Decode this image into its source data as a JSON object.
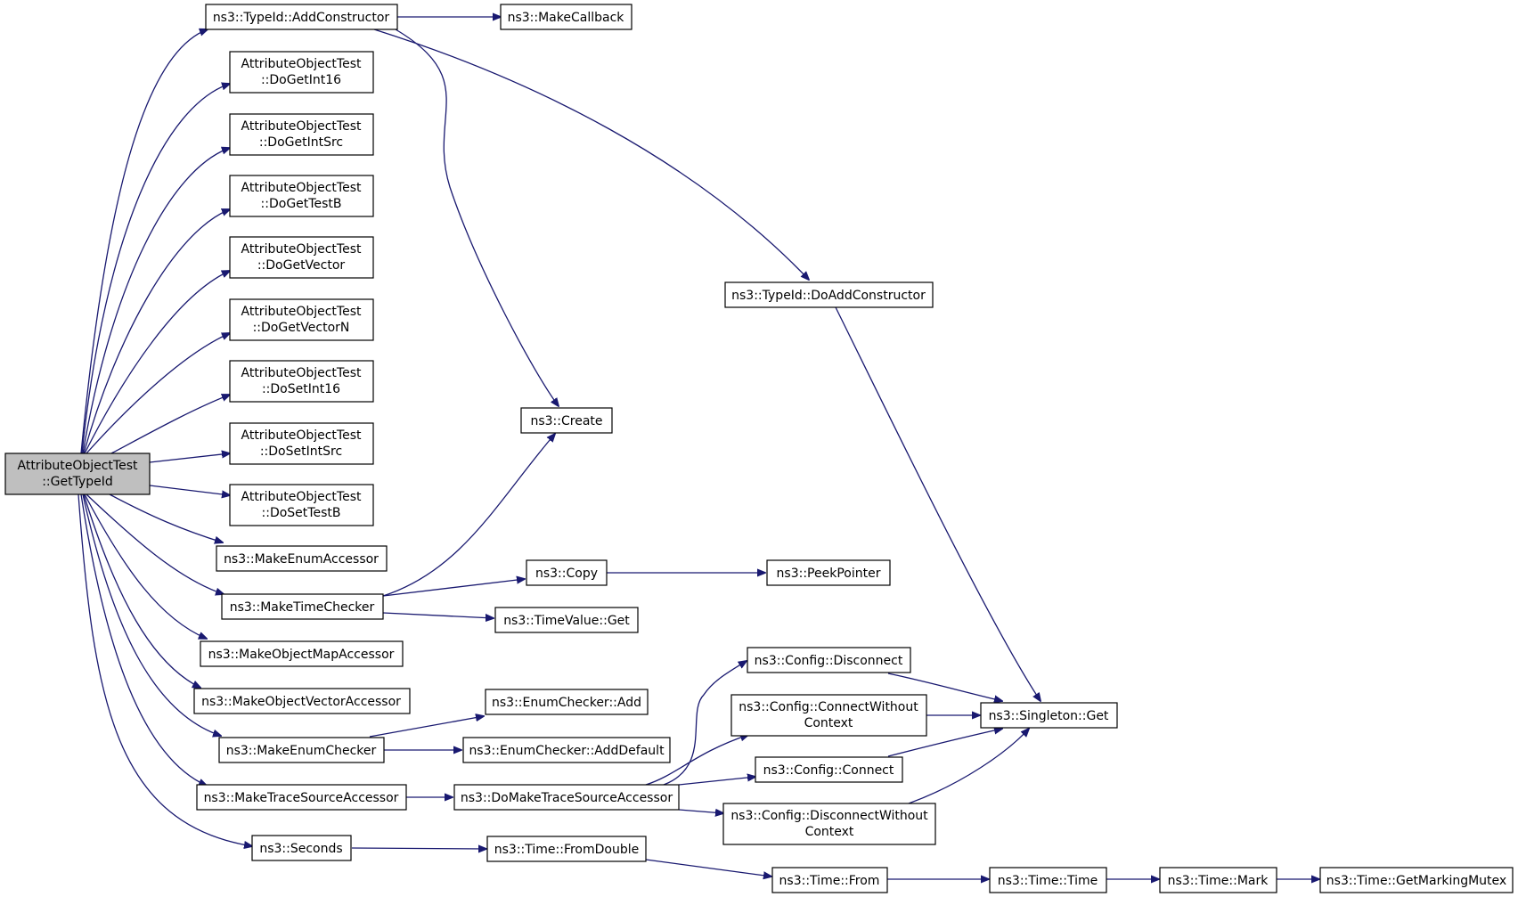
{
  "nodes": {
    "root": [
      "AttributeObjectTest",
      "::GetTypeId"
    ],
    "addConstructor": [
      "ns3::TypeId::AddConstructor"
    ],
    "makeCallback": [
      "ns3::MakeCallback"
    ],
    "doGetInt16": [
      "AttributeObjectTest",
      "::DoGetInt16"
    ],
    "doGetIntSrc": [
      "AttributeObjectTest",
      "::DoGetIntSrc"
    ],
    "doGetTestB": [
      "AttributeObjectTest",
      "::DoGetTestB"
    ],
    "doGetVector": [
      "AttributeObjectTest",
      "::DoGetVector"
    ],
    "doGetVectorN": [
      "AttributeObjectTest",
      "::DoGetVectorN"
    ],
    "doSetInt16": [
      "AttributeObjectTest",
      "::DoSetInt16"
    ],
    "doSetIntSrc": [
      "AttributeObjectTest",
      "::DoSetIntSrc"
    ],
    "doSetTestB": [
      "AttributeObjectTest",
      "::DoSetTestB"
    ],
    "makeEnumAccessor": [
      "ns3::MakeEnumAccessor"
    ],
    "makeTimeChecker": [
      "ns3::MakeTimeChecker"
    ],
    "makeObjectMapAccessor": [
      "ns3::MakeObjectMapAccessor"
    ],
    "makeObjectVectorAccessor": [
      "ns3::MakeObjectVectorAccessor"
    ],
    "makeEnumChecker": [
      "ns3::MakeEnumChecker"
    ],
    "makeTraceSourceAccessor": [
      "ns3::MakeTraceSourceAccessor"
    ],
    "seconds": [
      "ns3::Seconds"
    ],
    "doAddConstructor": [
      "ns3::TypeId::DoAddConstructor"
    ],
    "create": [
      "ns3::Create"
    ],
    "copy": [
      "ns3::Copy"
    ],
    "peekPointer": [
      "ns3::PeekPointer"
    ],
    "timeValueGet": [
      "ns3::TimeValue::Get"
    ],
    "enumCheckerAdd": [
      "ns3::EnumChecker::Add"
    ],
    "enumCheckerAddDefault": [
      "ns3::EnumChecker::AddDefault"
    ],
    "doMakeTraceSourceAccessor": [
      "ns3::DoMakeTraceSourceAccessor"
    ],
    "configDisconnect": [
      "ns3::Config::Disconnect"
    ],
    "configConnectWithoutContext": [
      "ns3::Config::ConnectWithout",
      "Context"
    ],
    "configConnect": [
      "ns3::Config::Connect"
    ],
    "configDisconnectWithoutContext": [
      "ns3::Config::DisconnectWithout",
      "Context"
    ],
    "singletonGet": [
      "ns3::Singleton::Get"
    ],
    "timeFromDouble": [
      "ns3::Time::FromDouble"
    ],
    "timeFrom": [
      "ns3::Time::From"
    ],
    "timeTime": [
      "ns3::Time::Time"
    ],
    "timeMark": [
      "ns3::Time::Mark"
    ],
    "timeGetMarkingMutex": [
      "ns3::Time::GetMarkingMutex"
    ]
  },
  "edges": [
    [
      "root",
      "addConstructor"
    ],
    [
      "root",
      "doGetInt16"
    ],
    [
      "root",
      "doGetIntSrc"
    ],
    [
      "root",
      "doGetTestB"
    ],
    [
      "root",
      "doGetVector"
    ],
    [
      "root",
      "doGetVectorN"
    ],
    [
      "root",
      "doSetInt16"
    ],
    [
      "root",
      "doSetIntSrc"
    ],
    [
      "root",
      "doSetTestB"
    ],
    [
      "root",
      "makeEnumAccessor"
    ],
    [
      "root",
      "makeTimeChecker"
    ],
    [
      "root",
      "makeObjectMapAccessor"
    ],
    [
      "root",
      "makeObjectVectorAccessor"
    ],
    [
      "root",
      "makeEnumChecker"
    ],
    [
      "root",
      "makeTraceSourceAccessor"
    ],
    [
      "root",
      "seconds"
    ],
    [
      "addConstructor",
      "makeCallback"
    ],
    [
      "addConstructor",
      "doAddConstructor"
    ],
    [
      "addConstructor",
      "create"
    ],
    [
      "doAddConstructor",
      "singletonGet"
    ],
    [
      "makeTimeChecker",
      "create"
    ],
    [
      "makeTimeChecker",
      "copy"
    ],
    [
      "makeTimeChecker",
      "timeValueGet"
    ],
    [
      "copy",
      "peekPointer"
    ],
    [
      "makeEnumChecker",
      "enumCheckerAdd"
    ],
    [
      "makeEnumChecker",
      "enumCheckerAddDefault"
    ],
    [
      "makeTraceSourceAccessor",
      "doMakeTraceSourceAccessor"
    ],
    [
      "doMakeTraceSourceAccessor",
      "configDisconnect"
    ],
    [
      "doMakeTraceSourceAccessor",
      "configConnectWithoutContext"
    ],
    [
      "doMakeTraceSourceAccessor",
      "configConnect"
    ],
    [
      "doMakeTraceSourceAccessor",
      "configDisconnectWithoutContext"
    ],
    [
      "configDisconnect",
      "singletonGet"
    ],
    [
      "configConnectWithoutContext",
      "singletonGet"
    ],
    [
      "configConnect",
      "singletonGet"
    ],
    [
      "configDisconnectWithoutContext",
      "singletonGet"
    ],
    [
      "seconds",
      "timeFromDouble"
    ],
    [
      "timeFromDouble",
      "timeFrom"
    ],
    [
      "timeFrom",
      "timeTime"
    ],
    [
      "timeTime",
      "timeMark"
    ],
    [
      "timeMark",
      "timeGetMarkingMutex"
    ]
  ]
}
